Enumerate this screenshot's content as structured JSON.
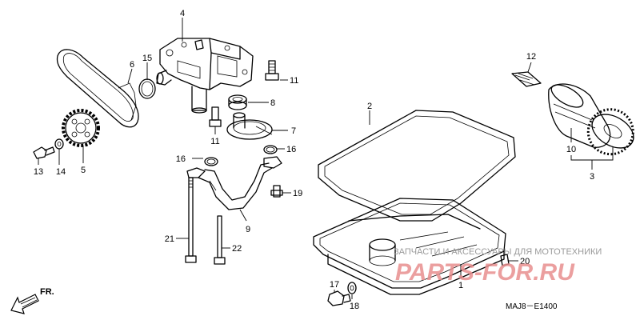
{
  "callouts": [
    {
      "id": "c4",
      "text": "4"
    },
    {
      "id": "c6",
      "text": "6"
    },
    {
      "id": "c15",
      "text": "15"
    },
    {
      "id": "c11a",
      "text": "11"
    },
    {
      "id": "c8",
      "text": "8"
    },
    {
      "id": "c11b",
      "text": "11"
    },
    {
      "id": "c7",
      "text": "7"
    },
    {
      "id": "c16a",
      "text": "16"
    },
    {
      "id": "c16b",
      "text": "16"
    },
    {
      "id": "c19",
      "text": "19"
    },
    {
      "id": "c9",
      "text": "9"
    },
    {
      "id": "c13",
      "text": "13"
    },
    {
      "id": "c14",
      "text": "14"
    },
    {
      "id": "c5",
      "text": "5"
    },
    {
      "id": "c21",
      "text": "21"
    },
    {
      "id": "c22",
      "text": "22"
    },
    {
      "id": "c2",
      "text": "2"
    },
    {
      "id": "c12",
      "text": "12"
    },
    {
      "id": "c10",
      "text": "10"
    },
    {
      "id": "c3",
      "text": "3"
    },
    {
      "id": "c20",
      "text": "20"
    },
    {
      "id": "c1",
      "text": "1"
    },
    {
      "id": "c17",
      "text": "17"
    },
    {
      "id": "c18",
      "text": "18"
    }
  ],
  "direction_label": "FR.",
  "diagram_code": "MAJ8－E1400",
  "watermark": {
    "caption": "ЗАПЧАСТИ И АКСЕССУАРЫ ДЛЯ МОТОТЕХНИКИ",
    "logo": "PARTS-FOR.RU"
  }
}
